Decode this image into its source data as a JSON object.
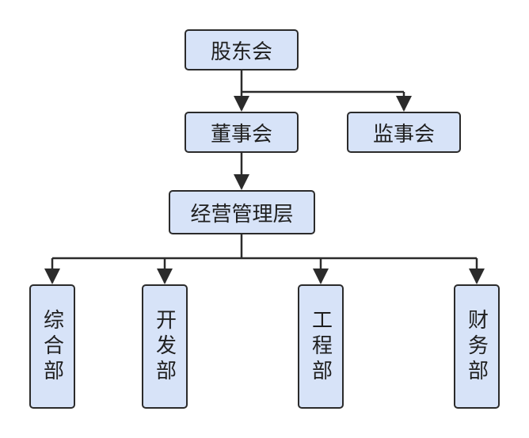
{
  "colors": {
    "node_fill": "#d7e3f8",
    "node_border": "#2b2b2b",
    "line": "#2b2b2b"
  },
  "nodes": {
    "shareholders": "股东会",
    "board": "董事会",
    "supervisors": "监事会",
    "management": "经营管理层",
    "dept_general": "综合部",
    "dept_development": "开发部",
    "dept_engineering": "工程部",
    "dept_finance": "财务部"
  }
}
